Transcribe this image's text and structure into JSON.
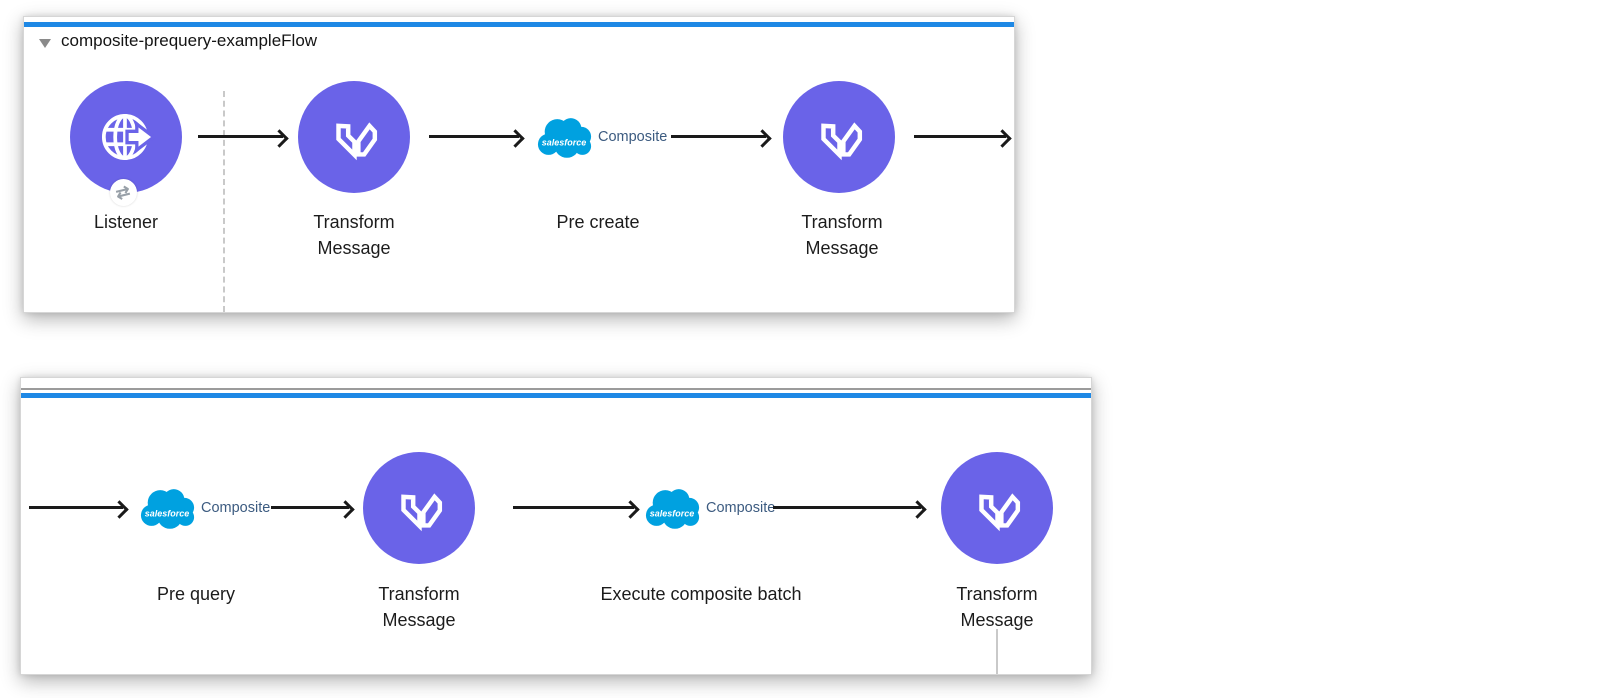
{
  "colors": {
    "accent_bar_blue": "#1E88E5",
    "node_purple": "#6A63E8",
    "salesforce_blue": "#00A1E0",
    "composite_text_navy": "#3C5B80",
    "arrow_black": "#1A1A1A"
  },
  "window1": {
    "flow_title": "composite-prequery-exampleFlow",
    "nodes": [
      {
        "label": "Listener",
        "icon": "http-listener-globe-icon",
        "badge_glyph": "⇄"
      },
      {
        "label": "Transform Message",
        "icon": "dataweave-icon"
      },
      {
        "brand": "salesforce",
        "product": "Composite",
        "label": "Pre create",
        "icon": "salesforce-cloud-icon"
      },
      {
        "label": "Transform Message",
        "icon": "dataweave-icon"
      }
    ]
  },
  "window2": {
    "nodes": [
      {
        "brand": "salesforce",
        "product": "Composite",
        "label": "Pre query",
        "icon": "salesforce-cloud-icon"
      },
      {
        "label": "Transform Message",
        "icon": "dataweave-icon"
      },
      {
        "brand": "salesforce",
        "product": "Composite",
        "label": "Execute composite batch",
        "icon": "salesforce-cloud-icon"
      },
      {
        "label": "Transform Message",
        "icon": "dataweave-icon"
      }
    ]
  }
}
